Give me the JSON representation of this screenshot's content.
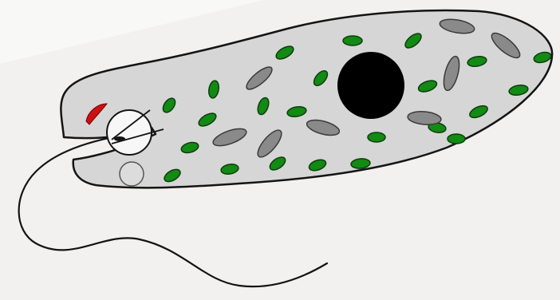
{
  "diagram": {
    "colors": {
      "background": "#f2f1f0",
      "background_light": "#f8f8f7",
      "cell_fill": "#d6d6d6",
      "outline": "#141414",
      "chloroplast": "#138a13",
      "paramylon": "#8a8a8a",
      "nucleus": "#000000",
      "eyespot": "#cc1111",
      "reservoir": "#f7f7f7",
      "contractile_vacuole": "#dcdcdc"
    },
    "parts": [
      {
        "name": "cell-body",
        "icon": "cell-outline"
      },
      {
        "name": "nucleus",
        "icon": "filled-circle"
      },
      {
        "name": "chloroplast",
        "icon": "green-ellipse"
      },
      {
        "name": "paramylon-granule",
        "icon": "gray-ellipse"
      },
      {
        "name": "eyespot",
        "icon": "red-crescent"
      },
      {
        "name": "reservoir",
        "icon": "white-circle"
      },
      {
        "name": "contractile-vacuole",
        "icon": "small-circle"
      },
      {
        "name": "flagellum",
        "icon": "curve"
      }
    ]
  }
}
